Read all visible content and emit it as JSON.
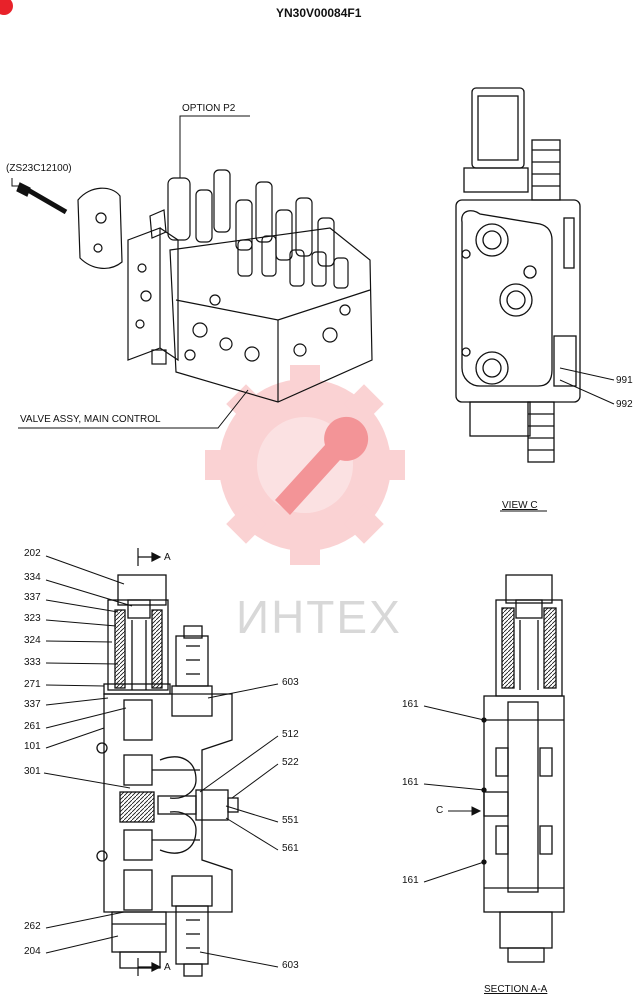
{
  "header": {
    "doc_code": "YN30V00084F1"
  },
  "callouts": {
    "option_p2": "OPTION  P2",
    "bolt_part": "(ZS23C12100)",
    "valve_assy": "VALVE ASSY, MAIN CONTROL",
    "view_c": "VIEW  C",
    "section_aa": "SECTION  A-A",
    "arrow_a_top": "A",
    "arrow_a_bottom": "A",
    "arrow_c": "C"
  },
  "view_c_parts": [
    "991",
    "992"
  ],
  "left_parts": [
    "202",
    "334",
    "337",
    "323",
    "324",
    "333",
    "271",
    "337",
    "261",
    "101",
    "301",
    "262",
    "204"
  ],
  "right_parts": [
    "603",
    "512",
    "522",
    "551",
    "561",
    "603"
  ],
  "section_parts": [
    "161",
    "161",
    "161"
  ],
  "watermark": {
    "text": "ИНТЕХ",
    "color": "#e8222a"
  }
}
